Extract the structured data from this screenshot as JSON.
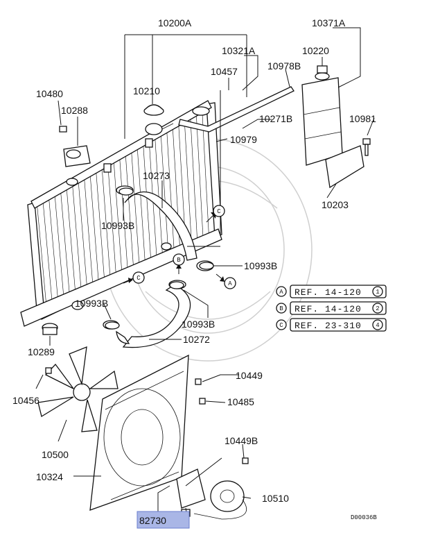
{
  "parts": {
    "p10200A": "10200A",
    "p10371A": "10371A",
    "p10321A": "10321A",
    "p10220": "10220",
    "p10457": "10457",
    "p10978B": "10978B",
    "p10480": "10480",
    "p10210": "10210",
    "p10288": "10288",
    "p10271B": "10271B",
    "p10981": "10981",
    "p10979": "10979",
    "p10273": "10273",
    "p10203": "10203",
    "p10993B_1": "10993B",
    "p10993B_2": "10993B",
    "p10993B_3": "10993B",
    "p10993B_4": "10993B",
    "p10272": "10272",
    "p10289": "10289",
    "p10449": "10449",
    "p10456": "10456",
    "p10485": "10485",
    "p10500": "10500",
    "p10449B": "10449B",
    "p10324": "10324",
    "p10510": "10510",
    "p82730": "82730"
  },
  "callouts": {
    "A": "A",
    "B": "B",
    "C": "C"
  },
  "references": [
    {
      "letter": "A",
      "text": "REF. 14-120",
      "num": "1"
    },
    {
      "letter": "B",
      "text": "REF. 14-120",
      "num": "2"
    },
    {
      "letter": "C",
      "text": "REF. 23-310",
      "num": "4"
    }
  ],
  "diagram_id": "D00036B",
  "colors": {
    "highlight": "#a9b6e6",
    "ink": "#111111"
  }
}
